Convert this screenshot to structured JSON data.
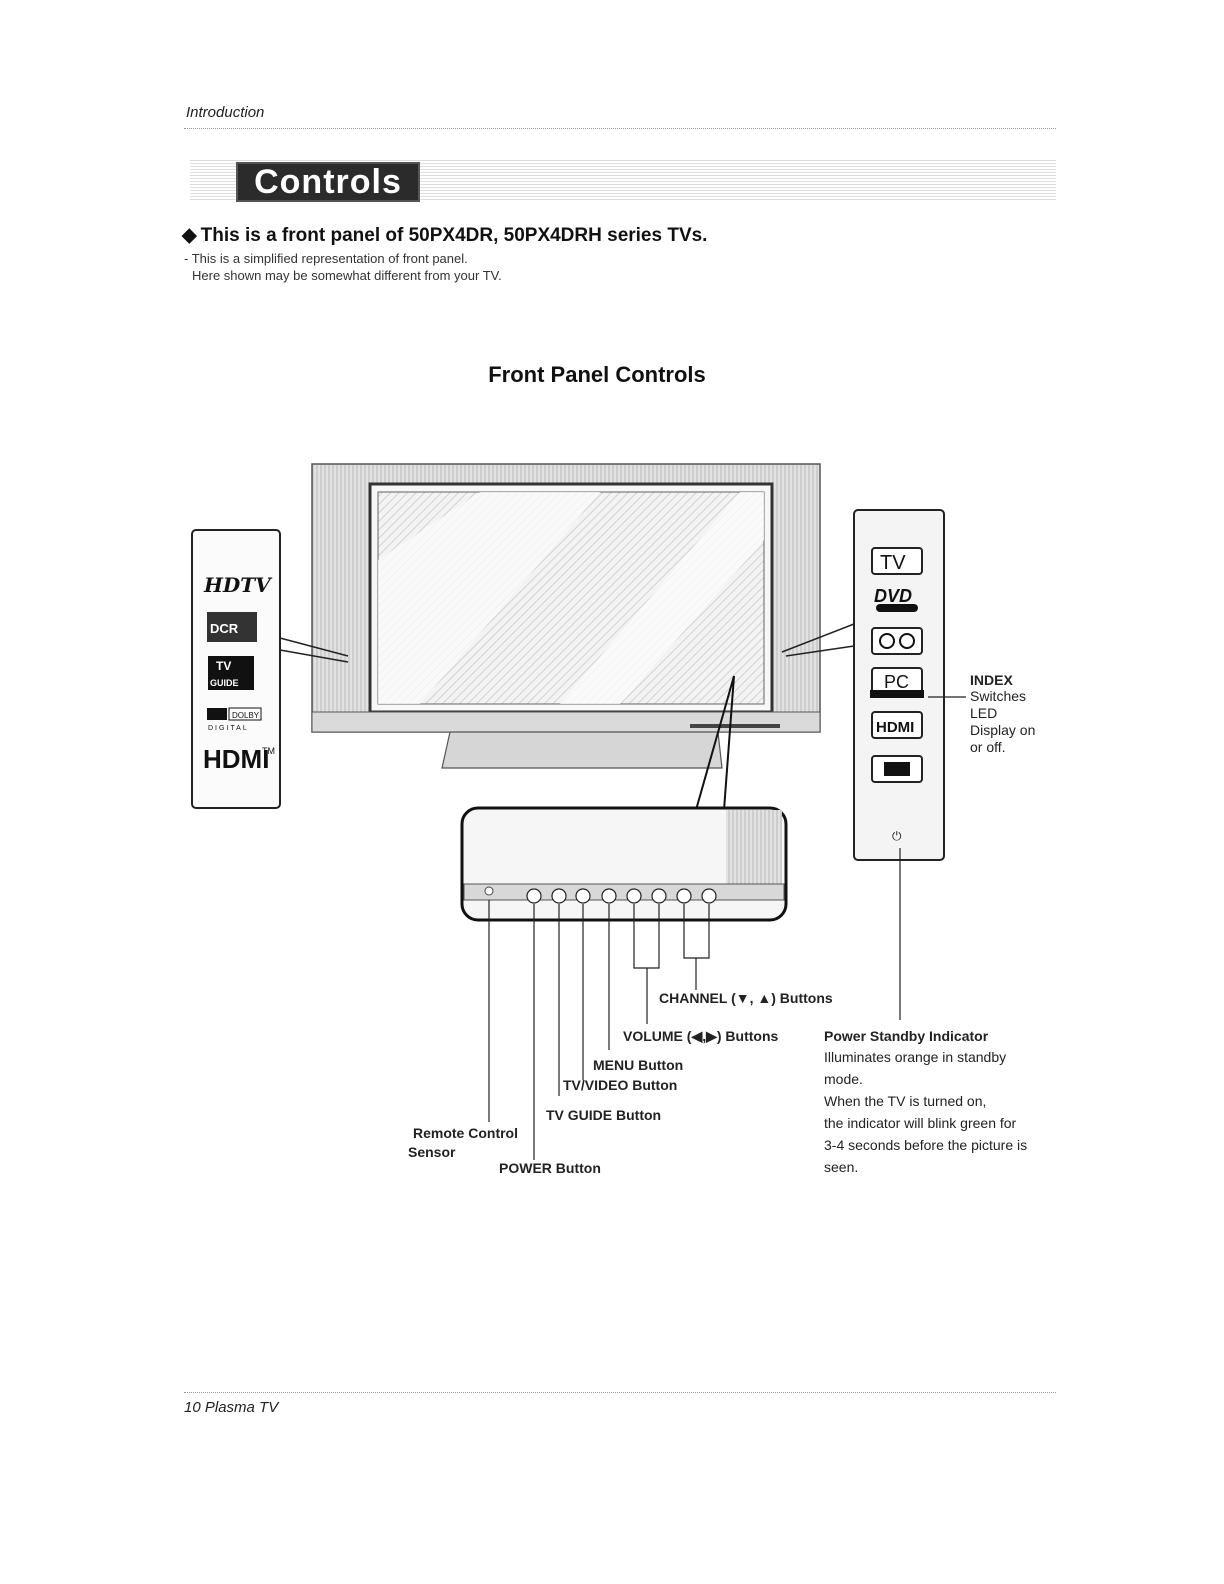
{
  "header": {
    "section": "Introduction"
  },
  "banner": {
    "title": "Controls"
  },
  "intro": {
    "bullet": "◆",
    "headline": "This is a front panel of 50PX4DR, 50PX4DRH series TVs.",
    "note_line1": "- This is a simplified representation of front panel.",
    "note_line2": "Here shown may be somewhat different from your TV."
  },
  "diagram": {
    "title": "Front Panel Controls",
    "left_logos": [
      "HDTV",
      "DCR",
      "TV GUIDE",
      "DOLBY DIGITAL",
      "HDMI™"
    ],
    "right_strip": {
      "icons": [
        "TV",
        "DVD VIDEO",
        "VCR",
        "PC MONITOR",
        "HDMI",
        "DIGITAL"
      ],
      "index_title": "INDEX",
      "index_desc": [
        "Switches",
        "LED",
        "Display on",
        "or off."
      ]
    },
    "labels": {
      "channel": "CHANNEL (▼, ▲) Buttons",
      "volume": "VOLUME (◀,▶) Buttons",
      "menu": "MENU Button",
      "tvvideo": "TV/VIDEO Button",
      "tvguide": "TV GUIDE Button",
      "remote1": "Remote Control",
      "remote2": "Sensor",
      "power": "POWER Button"
    },
    "standby": {
      "title": "Power Standby Indicator",
      "lines": [
        "Illuminates orange in standby",
        "mode.",
        "When the TV is turned on,",
        "the indicator will blink green for",
        "3-4 seconds before the picture is",
        "seen."
      ]
    }
  },
  "footer": {
    "page": "10  Plasma TV"
  }
}
